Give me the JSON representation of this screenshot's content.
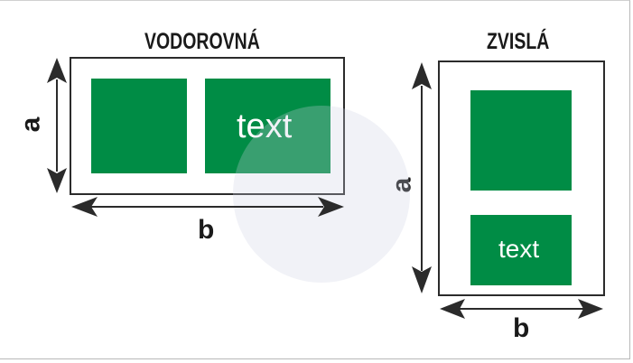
{
  "diagram": {
    "horizontal": {
      "title": "VODOROVNÁ",
      "box_text": "text",
      "dim_a": "a",
      "dim_b": "b"
    },
    "vertical": {
      "title": "ZVISLÁ",
      "box_text": "text",
      "dim_a": "a",
      "dim_b": "b"
    },
    "colors": {
      "green": "#008c45",
      "outline": "#2b2b2b",
      "arrow": "#2b2b2b",
      "text": "#1a1a1a"
    },
    "watermark": "shield-logo-watermark"
  }
}
